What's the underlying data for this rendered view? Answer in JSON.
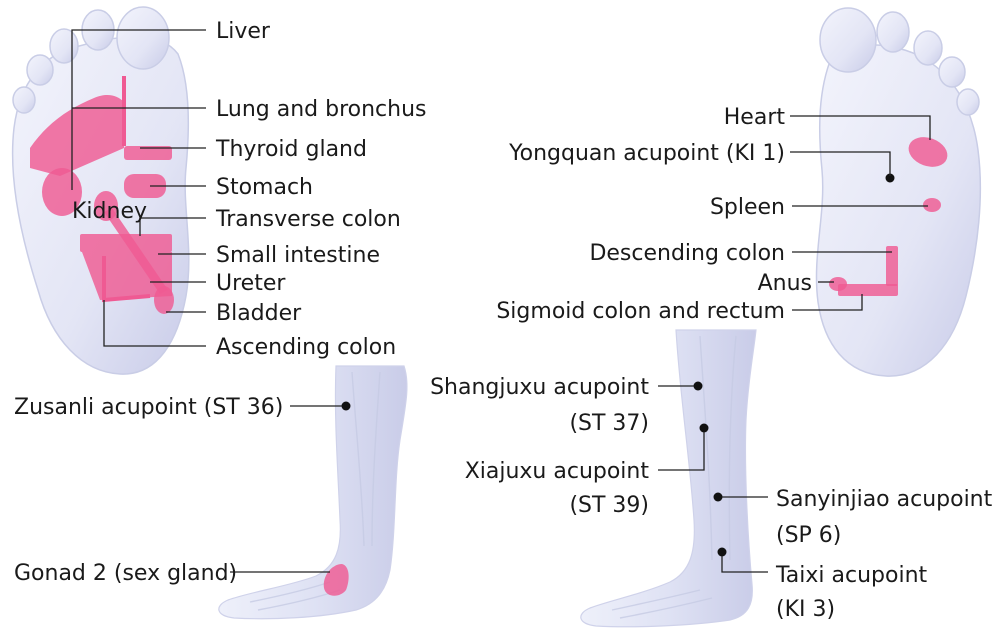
{
  "colors": {
    "zone": "#ef5a93",
    "skin_light": "#f1f2fb",
    "skin_dark": "#cfd2ec",
    "text": "#1a1a1a",
    "leader": "#222222"
  },
  "left_foot": {
    "labels": {
      "liver": "Liver",
      "lung": "Lung and bronchus",
      "thyroid": "Thyroid gland",
      "stomach": "Stomach",
      "kidney": "Kidney",
      "transverse_colon": "Transverse colon",
      "small_intestine": "Small intestine",
      "ureter": "Ureter",
      "bladder": "Bladder",
      "ascending_colon": "Ascending colon"
    }
  },
  "right_foot": {
    "labels": {
      "heart": "Heart",
      "yongquan": "Yongquan acupoint (KI 1)",
      "spleen": "Spleen",
      "descending_colon": "Descending colon",
      "anus": "Anus",
      "sigmoid": "Sigmoid colon and rectum"
    }
  },
  "left_leg": {
    "labels": {
      "zusanli": "Zusanli acupoint (ST 36)",
      "gonad": "Gonad 2 (sex gland)"
    }
  },
  "right_leg": {
    "labels": {
      "shangjuxu_1": "Shangjuxu acupoint",
      "shangjuxu_2": "(ST 37)",
      "xiajuxu_1": "Xiajuxu acupoint",
      "xiajuxu_2": "(ST 39)",
      "sanyinjiao_1": "Sanyinjiao acupoint",
      "sanyinjiao_2": "(SP 6)",
      "taixi_1": "Taixi acupoint",
      "taixi_2": "(KI 3)"
    }
  }
}
